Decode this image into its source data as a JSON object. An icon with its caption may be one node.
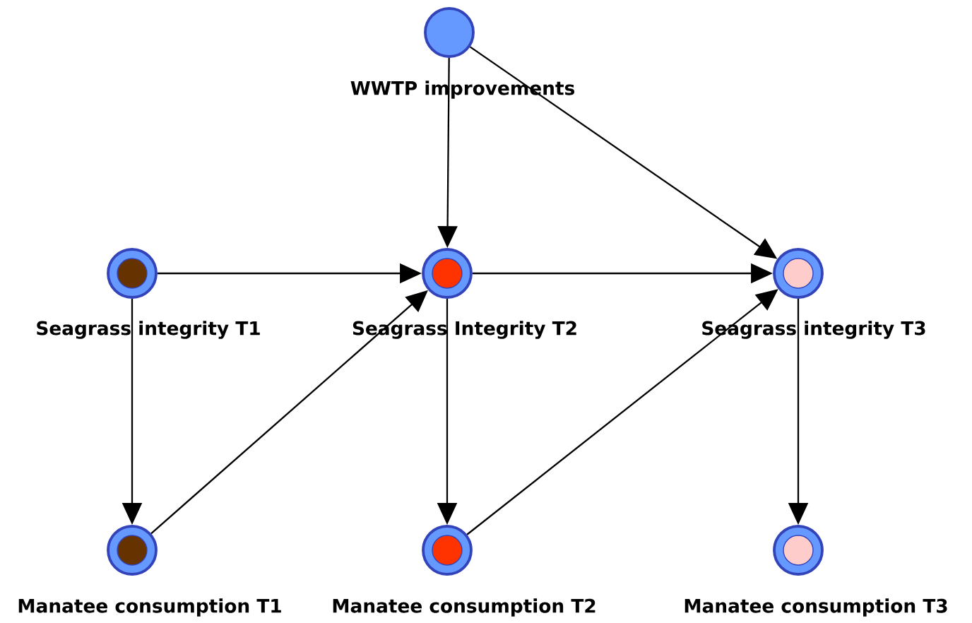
{
  "diagram": {
    "nodes": [
      {
        "text": [
          "WWTP improvements"
        ]
      },
      {
        "text": [
          "Seagrass integrity T1"
        ]
      },
      {
        "text": [
          "Seagrass Integrity T2"
        ]
      },
      {
        "text": [
          "Seagrass integrity T3"
        ]
      },
      {
        "text": [
          "Manatee consumption T1"
        ]
      },
      {
        "text": [
          "Manatee consumption T2"
        ]
      },
      {
        "text": [
          "Manatee consumption T3"
        ]
      }
    ],
    "edges": [
      {
        "from": 0,
        "to": 2,
        "arrow": "to"
      },
      {
        "from": 0,
        "to": 3,
        "arrow": "to"
      },
      {
        "from": 1,
        "to": 2,
        "arrow": "to"
      },
      {
        "from": 2,
        "to": 3,
        "arrow": "to"
      },
      {
        "from": 1,
        "to": 4,
        "arrow": "to"
      },
      {
        "from": 4,
        "to": 2,
        "arrow": "to"
      },
      {
        "from": 2,
        "to": 5,
        "arrow": "to"
      },
      {
        "from": 5,
        "to": 3,
        "arrow": "to"
      },
      {
        "from": 3,
        "to": 6,
        "arrow": "to"
      }
    ]
  }
}
